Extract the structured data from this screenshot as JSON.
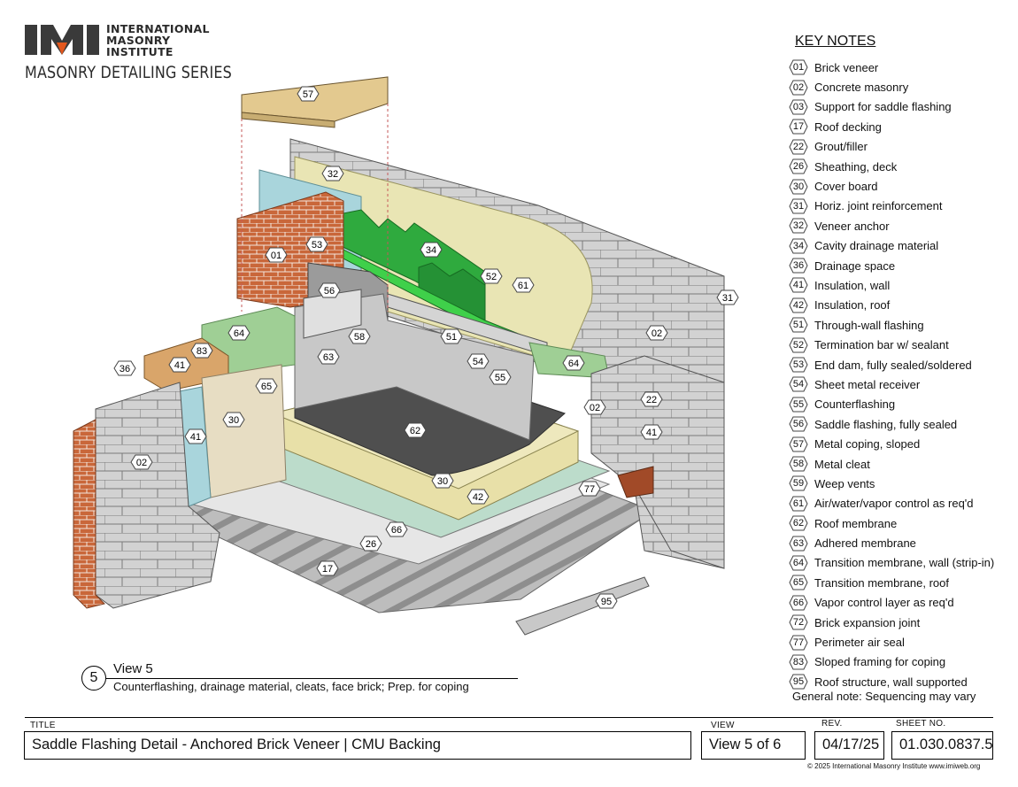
{
  "header": {
    "org_line1": "INTERNATIONAL",
    "org_line2": "MASONRY",
    "org_line3": "INSTITUTE",
    "series": "MASONRY DETAILING SERIES"
  },
  "key_notes": {
    "title": "KEY NOTES",
    "items": [
      {
        "num": "01",
        "label": "Brick veneer"
      },
      {
        "num": "02",
        "label": "Concrete masonry"
      },
      {
        "num": "03",
        "label": "Support for saddle flashing"
      },
      {
        "num": "17",
        "label": "Roof decking"
      },
      {
        "num": "22",
        "label": "Grout/filler"
      },
      {
        "num": "26",
        "label": "Sheathing, deck"
      },
      {
        "num": "30",
        "label": "Cover board"
      },
      {
        "num": "31",
        "label": "Horiz. joint reinforcement"
      },
      {
        "num": "32",
        "label": "Veneer anchor"
      },
      {
        "num": "34",
        "label": "Cavity drainage material"
      },
      {
        "num": "36",
        "label": "Drainage space"
      },
      {
        "num": "41",
        "label": "Insulation, wall"
      },
      {
        "num": "42",
        "label": "Insulation, roof"
      },
      {
        "num": "51",
        "label": "Through-wall flashing"
      },
      {
        "num": "52",
        "label": "Termination bar w/ sealant"
      },
      {
        "num": "53",
        "label": "End dam, fully sealed/soldered"
      },
      {
        "num": "54",
        "label": "Sheet metal receiver"
      },
      {
        "num": "55",
        "label": "Counterflashing"
      },
      {
        "num": "56",
        "label": "Saddle flashing, fully sealed"
      },
      {
        "num": "57",
        "label": "Metal coping, sloped"
      },
      {
        "num": "58",
        "label": "Metal cleat"
      },
      {
        "num": "59",
        "label": "Weep vents"
      },
      {
        "num": "61",
        "label": "Air/water/vapor control as req'd"
      },
      {
        "num": "62",
        "label": "Roof membrane"
      },
      {
        "num": "63",
        "label": "Adhered membrane"
      },
      {
        "num": "64",
        "label": "Transition membrane, wall (strip-in)"
      },
      {
        "num": "65",
        "label": "Transition membrane, roof"
      },
      {
        "num": "66",
        "label": "Vapor control layer as req'd"
      },
      {
        "num": "72",
        "label": "Brick expansion joint"
      },
      {
        "num": "77",
        "label": "Perimeter air seal"
      },
      {
        "num": "83",
        "label": "Sloped framing for coping"
      },
      {
        "num": "95",
        "label": "Roof structure, wall supported"
      }
    ],
    "general_note": "General note: Sequencing may vary"
  },
  "callouts": {
    "c57": "57",
    "c32": "32",
    "c01": "01",
    "c53": "53",
    "c34": "34",
    "c52": "52",
    "c61": "61",
    "c56": "56",
    "c58": "58",
    "c31": "31",
    "c64a": "64",
    "c83": "83",
    "c41a": "41",
    "c36": "36",
    "c63": "63",
    "c51": "51",
    "c54": "54",
    "c55": "55",
    "c64b": "64",
    "c02a": "02",
    "c65": "65",
    "c30a": "30",
    "c02b": "02",
    "c22": "22",
    "c41b": "41",
    "c62": "62",
    "c41c": "41",
    "c02c": "02",
    "c30b": "30",
    "c42": "42",
    "c77": "77",
    "c66": "66",
    "c26": "26",
    "c17": "17",
    "c95": "95"
  },
  "view": {
    "number": "5",
    "title": "View 5",
    "description": "Counterflashing, drainage material, cleats, face brick; Prep. for coping"
  },
  "title_block": {
    "title_label": "TITLE",
    "title": "Saddle Flashing Detail - Anchored Brick Veneer | CMU Backing",
    "view_label": "VIEW",
    "view": "View 5 of 6",
    "rev_label": "REV.",
    "rev": "04/17/25",
    "sheet_label": "SHEET NO.",
    "sheet": "01.030.0837.5",
    "copyright": "© 2025 International Masonry Institute  www.imiweb.org"
  },
  "colors": {
    "brick": "#c9673a",
    "cmu": "#cfcfcf",
    "drainage_mat": "#2faa3e",
    "membrane_dark": "#4a4a4a",
    "insulation": "#e8e0a8",
    "wall_membrane": "#bcd8c8",
    "logo_orange": "#e2571d"
  }
}
